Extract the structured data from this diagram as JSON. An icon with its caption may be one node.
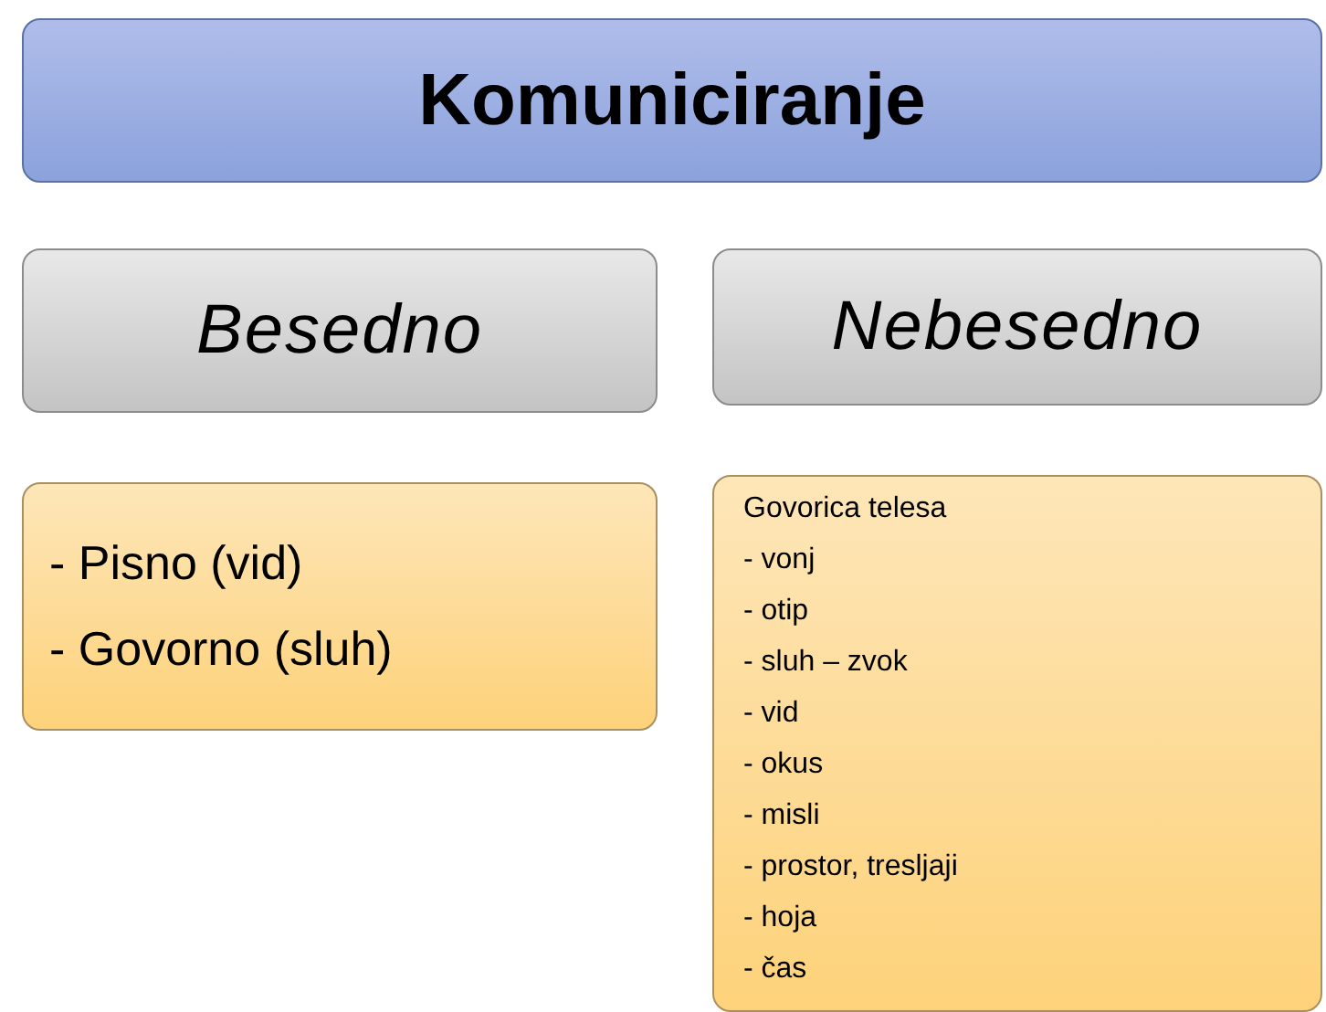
{
  "diagram": {
    "nodes": [
      {
        "text": [
          "Komuniciranje"
        ]
      },
      {
        "text": [
          "Besedno"
        ]
      },
      {
        "text": [
          "Nebesedno"
        ]
      },
      {
        "text": [
          "- Pisno (vid)",
          "- Govorno (sluh)"
        ]
      },
      {
        "text": [
          "Govorica telesa",
          "- vonj",
          "- otip",
          "- sluh – zvok",
          "- vid",
          "- okus",
          "- misli",
          "- prostor, tresljaji",
          "- hoja",
          "- čas"
        ]
      }
    ],
    "edges": []
  }
}
